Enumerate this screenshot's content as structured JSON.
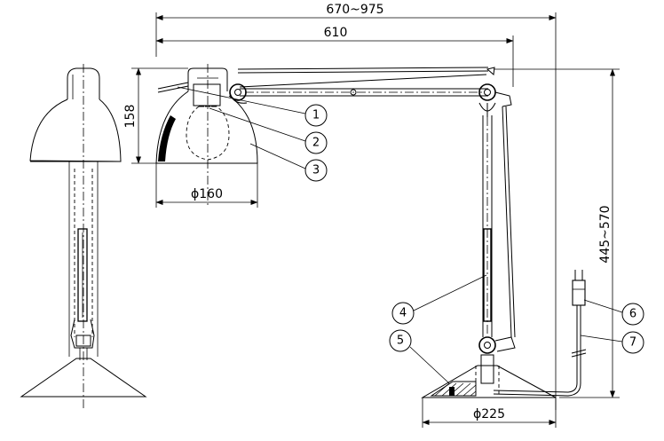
{
  "dimensions": {
    "total_reach": "670~975",
    "arm_length": "610",
    "shade_height": "158",
    "shade_diameter": "ϕ160",
    "height_range": "445~570",
    "base_diameter": "ϕ225"
  },
  "callouts": [
    {
      "number": "1"
    },
    {
      "number": "2"
    },
    {
      "number": "3"
    },
    {
      "number": "4"
    },
    {
      "number": "5"
    },
    {
      "number": "6"
    },
    {
      "number": "7"
    }
  ]
}
